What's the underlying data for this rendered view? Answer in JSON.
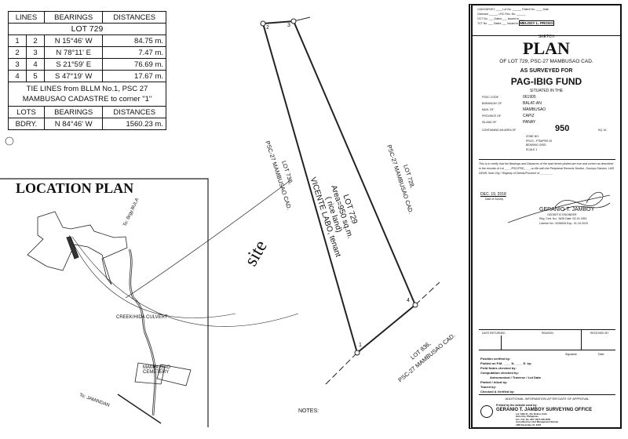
{
  "table": {
    "headers": [
      "LINES",
      "BEARINGS",
      "DISTANCES"
    ],
    "lot_title": "LOT 729",
    "rows": [
      {
        "from": "1",
        "to": "2",
        "bearing": "N 15°46' W",
        "distance": "84.75 m."
      },
      {
        "from": "2",
        "to": "3",
        "bearing": "N 78°11' E",
        "distance": "7.47 m."
      },
      {
        "from": "3",
        "to": "4",
        "bearing": "S 21°59' E",
        "distance": "76.69 m."
      },
      {
        "from": "4",
        "to": "5",
        "bearing": "S 47°19' W",
        "distance": "17.67 m."
      }
    ],
    "tie_note": "TIE LINES from BLLM No.1, PSC 27 MAMBUSAO CADASTRE to corner \"1\"",
    "tie_headers": [
      "LOTS",
      "BEARINGS",
      "DISTANCES"
    ],
    "tie_row": {
      "lot": "BDRY.",
      "bearing": "N 84°46' W",
      "distance": "1560.23 m."
    }
  },
  "location": {
    "title": "LOCATION PLAN",
    "to_bula": "To: Brgy.BULA",
    "creek": "CREEK/HIDA CULVERT",
    "cemetery": "MAMBUSAO CEMETERY",
    "to_jamindan": "To: JAMINDAN"
  },
  "sketch": {
    "corners": [
      "1",
      "2",
      "3",
      "4"
    ],
    "site": "site",
    "lot729": [
      "LOT 729",
      "Area=950 sq.m.",
      "( rice land)",
      "VICENTE LABO, tenant"
    ],
    "lot728": [
      "LOT 728,",
      "PSC-27 MAMBUSAO CAD."
    ],
    "lot730": [
      "LOT 730,",
      "PSC-27 MAMBUSAO CAD."
    ],
    "lot836": [
      "LOT 836,",
      "PSC-27 MAMBUSAO CAD."
    ],
    "notes": "NOTES:"
  },
  "form": {
    "header_fields": [
      "CAD/SURVEY",
      "Lot No.",
      "Patent No.",
      "Date",
      "Claimant",
      "LRC Rec. No.",
      "OCT No.",
      "Dated",
      "Issued to",
      "TCT No.",
      "Dated",
      "Issued to"
    ],
    "issued_to": "MELODY L. PROGO",
    "sketch": "SKETCH",
    "plan": "PLAN",
    "of_lot": "OF LOT 729, PSC-27 MAMBUSAO CAD.",
    "surveyed_for": "AS SURVEYED FOR",
    "client": "PAG-IBIG FUND",
    "situated": "SITUATED IN THE",
    "location_fields": [
      {
        "label": "PSGC CODE",
        "value": "061905"
      },
      {
        "label": "BARANGAY OF",
        "value": "BALAT-AN"
      },
      {
        "label": "MUN. OF",
        "value": "MAMBUSAO"
      },
      {
        "label": "PROVINCE OF",
        "value": "CAPIZ"
      },
      {
        "label": "ISLAND OF",
        "value": "PANAY"
      }
    ],
    "area_label": "CONTAINING AN AREA OF",
    "area_value": "950",
    "area_unit": "SQ. M.",
    "zone_lines": [
      "ZONE NO.",
      "PRCS - PTM/PRS 92",
      "BEARING GRID",
      "SCALE 1"
    ],
    "certification": "This is to certify that the Bearings and Distances of the land herein plotted are true and correct as described in the records of Lot ____/PSC/PSD____ on file with the Peripheral Records Section, Surveys Division, LMS DENR, Iloilo City / Registry of Deeds/Province of ________",
    "date": "DEC. 19, 2018",
    "date_label": "Date of Survey",
    "surveyor": "GERANIO T. JAMBOY",
    "surveyor_title": "GEODETIC ENGINEER",
    "reg_cert": "Reg. Cert. No.: 2626   Date: 03-19-1993",
    "license": "License No.: 0026626   Exp.: 01-19-2019",
    "returned_headers": [
      "DATE RETURNED",
      "REASON",
      "RECEIVED BY"
    ],
    "sig_labels": [
      "Signature",
      "Date"
    ],
    "checks": [
      "Position verified by:",
      "Plotted on P.M. ____ N. ____ E. by:",
      "Field Notes checked by:",
      "Computation checked by:",
      "Astronomical / Traverse / Lot Data",
      "Plotted / Inked by:",
      "Traced by:",
      "Checked & Verified by:"
    ],
    "additional": "ADDITIONAL INFORMATION AFTER DATE OF APPROVAL",
    "printed_by": "Printed by the website used by:",
    "office": "GERANIO T. JAMBOY SURVEYING OFFICE",
    "office_lines": [
      "Lot 4 Blk 21, 4th, Bolton, Iloilo",
      "Iloilo City, Philippines",
      "Tel. / Cel. No. 033 / 0917-000-0000",
      "Accredited by Land Management Bureau",
      "LMS December 31, 2018"
    ]
  }
}
